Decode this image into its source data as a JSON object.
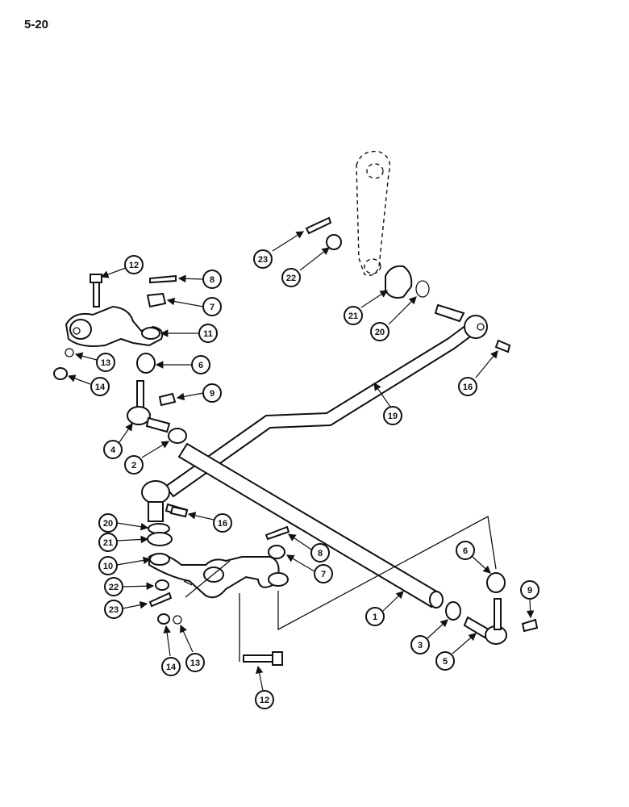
{
  "page": {
    "number": "5-20"
  },
  "callouts": [
    {
      "id": "c12-top",
      "label": "12"
    },
    {
      "id": "c8-top",
      "label": "8"
    },
    {
      "id": "c7-top",
      "label": "7"
    },
    {
      "id": "c11",
      "label": "11"
    },
    {
      "id": "c13-top",
      "label": "13"
    },
    {
      "id": "c6-top",
      "label": "6"
    },
    {
      "id": "c14-top",
      "label": "14"
    },
    {
      "id": "c9-top",
      "label": "9"
    },
    {
      "id": "c4",
      "label": "4"
    },
    {
      "id": "c2",
      "label": "2"
    },
    {
      "id": "c23-top",
      "label": "23"
    },
    {
      "id": "c22-top",
      "label": "22"
    },
    {
      "id": "c21-top",
      "label": "21"
    },
    {
      "id": "c20-top",
      "label": "20"
    },
    {
      "id": "c16-top",
      "label": "16"
    },
    {
      "id": "c19",
      "label": "19"
    },
    {
      "id": "c16-mid",
      "label": "16"
    },
    {
      "id": "c20-left",
      "label": "20"
    },
    {
      "id": "c21-left",
      "label": "21"
    },
    {
      "id": "c10",
      "label": "10"
    },
    {
      "id": "c22-left",
      "label": "22"
    },
    {
      "id": "c23-left",
      "label": "23"
    },
    {
      "id": "c8-mid",
      "label": "8"
    },
    {
      "id": "c7-mid",
      "label": "7"
    },
    {
      "id": "c6-right",
      "label": "6"
    },
    {
      "id": "c9-right",
      "label": "9"
    },
    {
      "id": "c1",
      "label": "1"
    },
    {
      "id": "c3",
      "label": "3"
    },
    {
      "id": "c5",
      "label": "5"
    },
    {
      "id": "c14-bottom",
      "label": "14"
    },
    {
      "id": "c13-bottom",
      "label": "13"
    },
    {
      "id": "c12-bottom",
      "label": "12"
    }
  ]
}
